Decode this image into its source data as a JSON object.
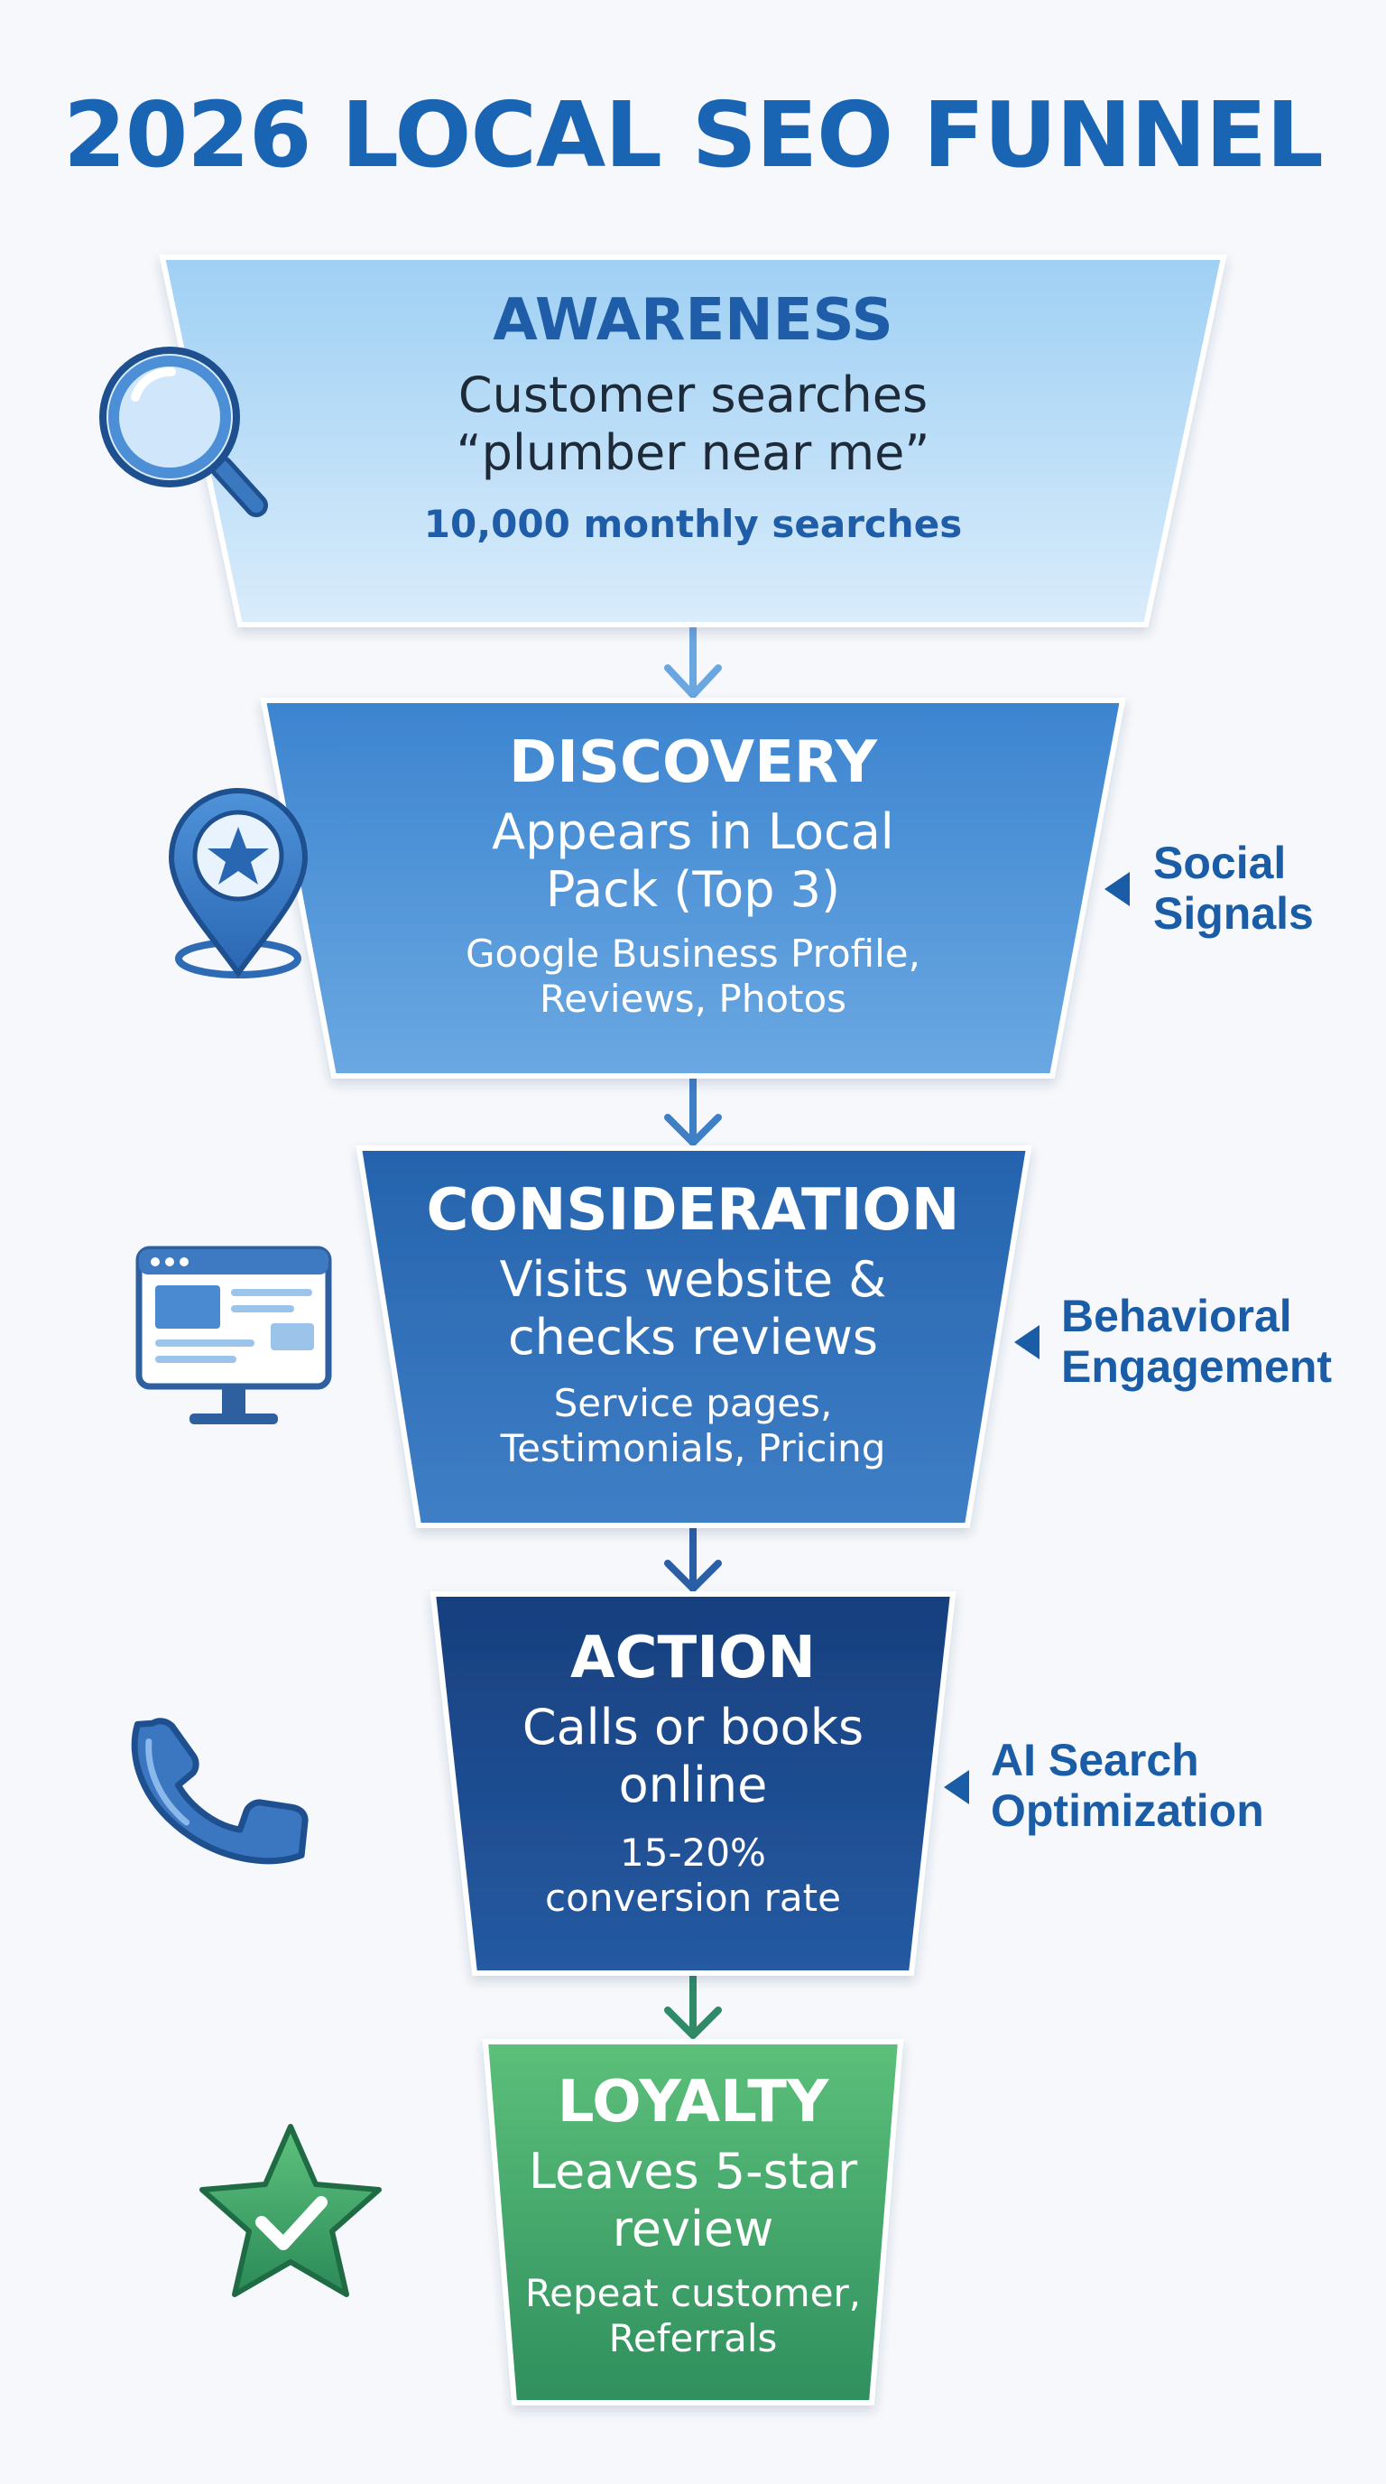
{
  "title": "2026 LOCAL SEO FUNNEL",
  "stages": [
    {
      "heading": "AWARENESS",
      "description_lines": [
        "Customer searches",
        "“plumber near me”"
      ],
      "detail_lines": [
        "10,000 monthly searches"
      ],
      "icon": "magnifying-glass-icon",
      "color": "#c9e4f9"
    },
    {
      "heading": "DISCOVERY",
      "description_lines": [
        "Appears in Local",
        "Pack (Top 3)"
      ],
      "detail_lines": [
        "Google Business Profile,",
        "Reviews, Photos"
      ],
      "icon": "map-pin-star-icon",
      "color": "#4a8fd4"
    },
    {
      "heading": "CONSIDERATION",
      "description_lines": [
        "Visits website &",
        "checks reviews"
      ],
      "detail_lines": [
        "Service pages,",
        "Testimonials, Pricing"
      ],
      "icon": "desktop-monitor-icon",
      "color": "#2e6db6"
    },
    {
      "heading": "ACTION",
      "description_lines": [
        "Calls or books",
        "online"
      ],
      "detail_lines": [
        "15-20%",
        "conversion rate"
      ],
      "icon": "phone-icon",
      "color": "#1d4e91"
    },
    {
      "heading": "LOYALTY",
      "description_lines": [
        "Leaves 5-star",
        "review"
      ],
      "detail_lines": [
        "Repeat customer,",
        "Referrals"
      ],
      "icon": "star-check-icon",
      "color": "#3fa36a"
    }
  ],
  "side_labels": [
    {
      "lines": [
        "Social",
        "Signals"
      ]
    },
    {
      "lines": [
        "Behavioral",
        "Engagement"
      ]
    },
    {
      "lines": [
        "AI Search",
        "Optimization"
      ]
    }
  ],
  "colors": {
    "title": "#1a64b4",
    "label_text": "#1a5ca5",
    "arrow_blue": "#6aa6df",
    "arrow_green": "#3fa36a"
  }
}
